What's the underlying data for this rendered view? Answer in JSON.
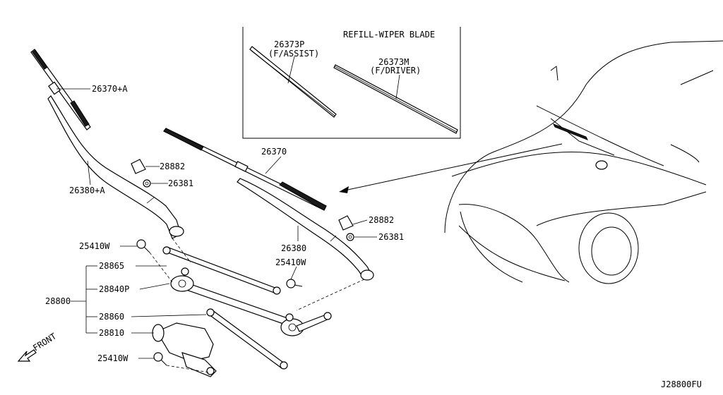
{
  "diagram_code": "J28800FU",
  "refill_box": {
    "title": "REFILL-WIPER BLADE",
    "assist": {
      "part": "26373P",
      "desc": "(F/ASSIST)"
    },
    "driver": {
      "part": "26373M",
      "desc": "(F/DRIVER)"
    }
  },
  "front_label": "FRONT",
  "labels": {
    "l26370a": "26370+A",
    "l26380a": "26380+A",
    "l26370": "26370",
    "l26380": "26380",
    "l28882a": "28882",
    "l26381a": "26381",
    "l28882b": "28882",
    "l26381b": "26381",
    "l25410a": "25410W",
    "l25410b": "25410W",
    "l25410c": "25410W",
    "l28800": "28800",
    "l28865": "28865",
    "l28840p": "28840P",
    "l28860": "28860",
    "l28810": "28810"
  }
}
